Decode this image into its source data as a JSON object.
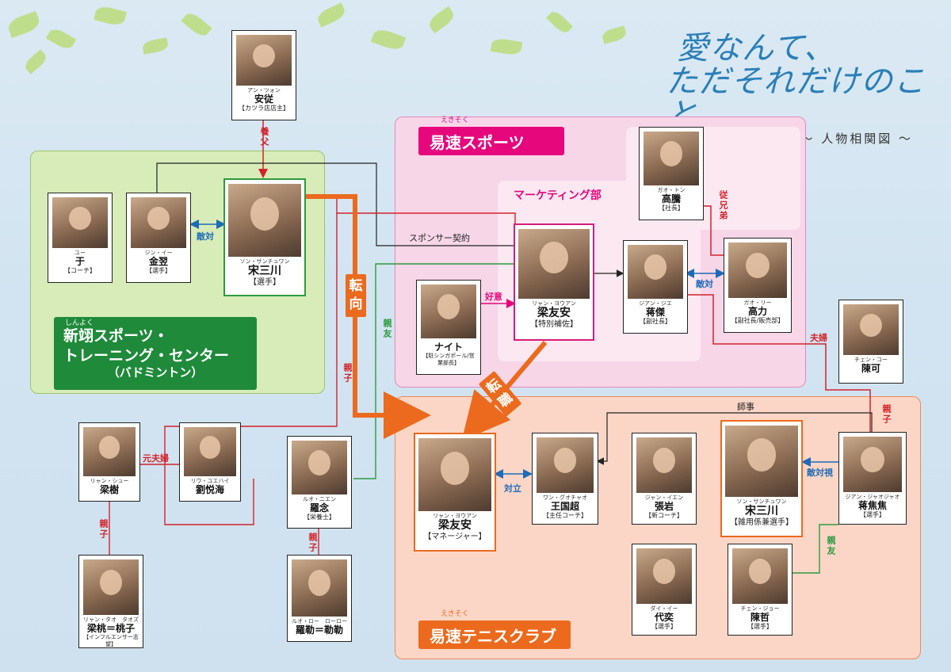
{
  "title": {
    "line1": "愛なんて、",
    "line2": "ただそれだけのこと",
    "line3": "～ 人物相関図 ～"
  },
  "groups": {
    "green": {
      "ruby": "しんよく",
      "line1": "新翊スポーツ・",
      "line2": "トレーニング・センター",
      "line3": "（バドミントン）"
    },
    "pink": {
      "ruby": "えきそく",
      "label": "易速スポーツ"
    },
    "marketing": {
      "label": "マーケティング部"
    },
    "orange": {
      "ruby": "えきそく",
      "label": "易速テニスクラブ"
    }
  },
  "people": {
    "an_cong": {
      "kana": "アン・ツォン",
      "name": "安従",
      "role": "【カツラ店店主】"
    },
    "yu": {
      "kana": "ユー",
      "name": "于",
      "role": "【コーチ】"
    },
    "jin_yi": {
      "kana": "ジン・イー",
      "name": "金翌",
      "role": "【選手】"
    },
    "song_sanchuan_a": {
      "kana": "ソン・サンチュワン",
      "name": "宋三川",
      "role": "【選手】"
    },
    "gao_teng": {
      "kana": "ガオ・トン",
      "name": "高騰",
      "role": "【社長】"
    },
    "liang_youan_a": {
      "kana": "リャン・ヨウアン",
      "name": "梁友安",
      "role": "【特別補佐】"
    },
    "knight": {
      "kana": "",
      "name": "ナイト",
      "role": "【駐シンガポール/営業部長】"
    },
    "jiang_jie": {
      "kana": "ジアン・ジエ",
      "name": "蒋傑",
      "role": "【副社長】"
    },
    "gao_li": {
      "kana": "ガオ・リー",
      "name": "高力",
      "role": "【副社長/販売部】"
    },
    "chen_ke": {
      "kana": "チェン・コー",
      "name": "陳可",
      "role": ""
    },
    "liang_shu": {
      "kana": "リャン・シュー",
      "name": "梁樹",
      "role": ""
    },
    "liu_yuehai": {
      "kana": "リウ・ユエハイ",
      "name": "劉悦海",
      "role": ""
    },
    "luo_nian": {
      "kana": "ルオ・ニエン",
      "name": "羅念",
      "role": "【栄養士】"
    },
    "liang_tao": {
      "kana": "リャン・タオ　タオズ",
      "name": "梁桃＝桃子",
      "role": "【インフルエンサー志望】"
    },
    "luo_le": {
      "kana": "ルオ・ロー　ローロー",
      "name": "羅勒＝勒勒",
      "role": ""
    },
    "liang_youan_b": {
      "kana": "リャン・ヨウアン",
      "name": "梁友安",
      "role": "【マネージャー】"
    },
    "wang_guochao": {
      "kana": "ワン・グオチャオ",
      "name": "王国超",
      "role": "【主任コーチ】"
    },
    "zhang_yan": {
      "kana": "ジャン・イエン",
      "name": "張岩",
      "role": "【新コーチ】"
    },
    "song_sanchuan_b": {
      "kana": "ソン・サンチュワン",
      "name": "宋三川",
      "role": "【雑用係兼選手】"
    },
    "jiang_jiaojiao": {
      "kana": "ジアン・ジャオジャオ",
      "name": "蒋焦焦",
      "role": "【選手】"
    },
    "dai_yi": {
      "kana": "ダイ・イー",
      "name": "代奕",
      "role": "【選手】"
    },
    "chen_zhe": {
      "kana": "チェン・ジョー",
      "name": "陳哲",
      "role": "【選手】"
    }
  },
  "relations": {
    "yofu": "養父",
    "taiketsu1": "敵対",
    "sponsor": "スポンサー契約",
    "koui": "好意",
    "taiketsu2": "敵対",
    "itoko": "従兄弟",
    "fuufu": "夫婦",
    "shinyu1": "親友",
    "oyako1": "親子",
    "motofuufu": "元夫婦",
    "oyako2": "親子",
    "oyako3": "親子",
    "tairitsu": "対立",
    "shiji": "師事",
    "tekitaishi": "敵対視",
    "oyako4": "親子",
    "shinyu2": "親友",
    "tenko": "転向",
    "tenshoku": "転職"
  },
  "colors": {
    "green_group": "#d8ecb9",
    "pink_group": "#f7d6e8",
    "orange_group": "#fbd6c6",
    "accent_orange": "#ec6a1d",
    "accent_pink": "#e6077d",
    "red_line": "#d3232a",
    "blue_line": "#1e6bb8",
    "green_line": "#2e9a3e"
  }
}
